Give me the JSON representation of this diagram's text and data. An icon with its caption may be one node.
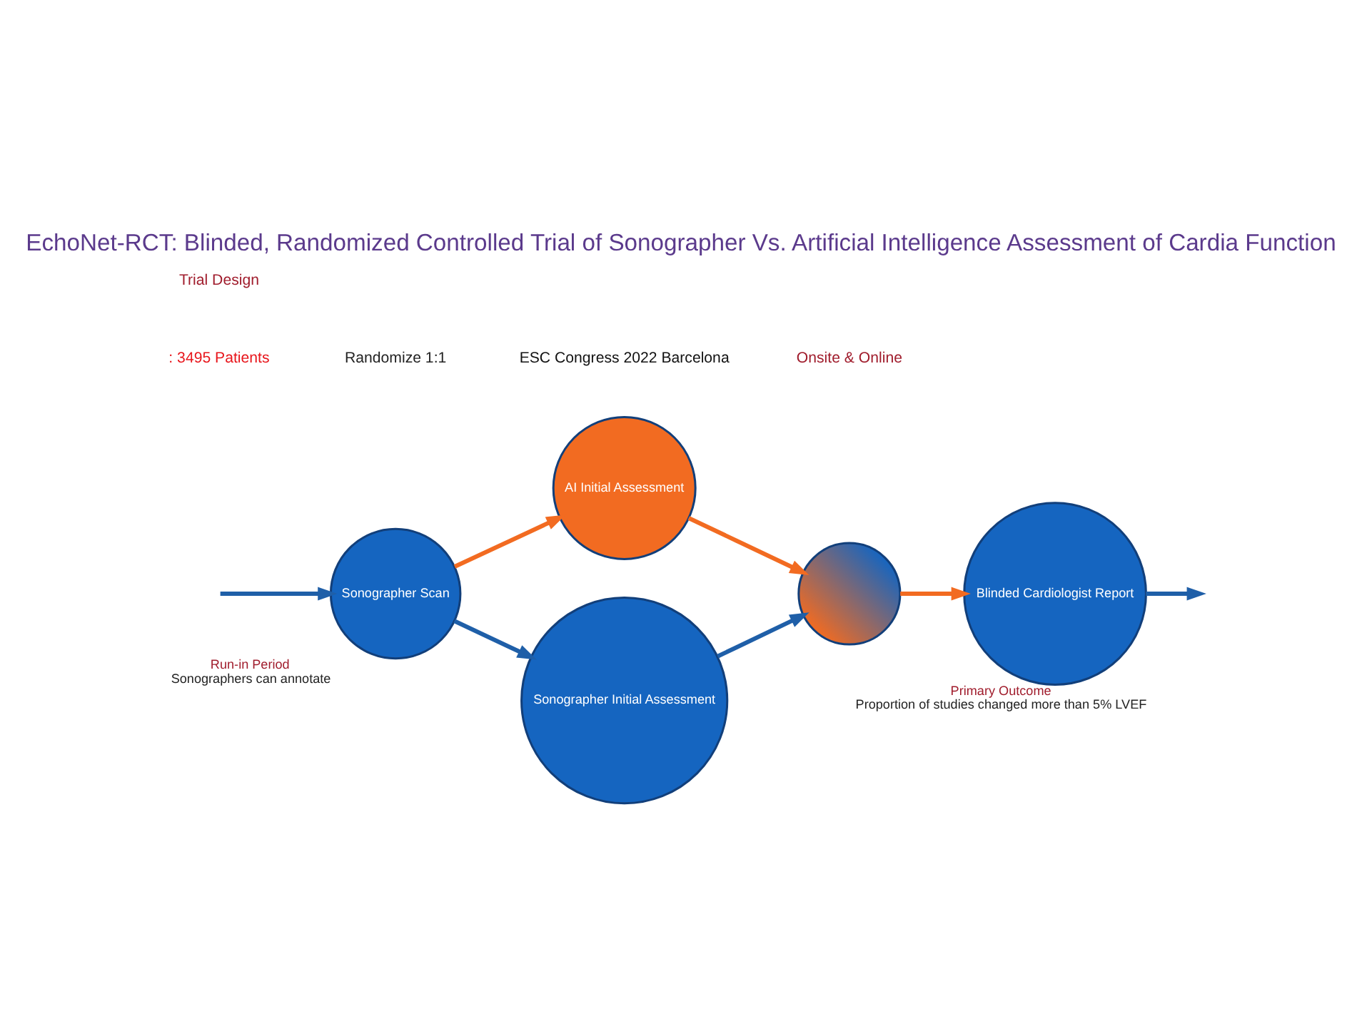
{
  "diagram": {
    "title": "EchoNet-RCT: Blinded, Randomized Controlled Trial of Sonographer Vs. Artificial Intelligence Assessment of Cardia Function",
    "nodes": [
      {
        "text": [
          "Sonographer Scan"
        ],
        "beside": [
          "Run-in Period",
          "Sonographers can annotate"
        ]
      },
      {
        "text": [
          "AI Initial Assessment"
        ]
      },
      {
        "text": [
          "Sonographer Initial Assessment"
        ]
      },
      {
        "text": [],
        "shape": "circle"
      },
      {
        "text": [
          "Blinded Cardiologist Report"
        ],
        "beside": [
          "Primary Outcome",
          "Proportion of studies changed more than 5% LVEF"
        ]
      }
    ],
    "edges": [
      {
        "from": null,
        "to": 0,
        "arrow": "to"
      },
      {
        "from": 0,
        "to": 1,
        "arrow": "to",
        "color": "#f26b21"
      },
      {
        "from": 0,
        "to": 2,
        "arrow": "to"
      },
      {
        "from": 1,
        "to": 3,
        "arrow": "to",
        "color": "#f26b21"
      },
      {
        "from": 2,
        "to": 3,
        "arrow": "to"
      },
      {
        "from": 3,
        "to": 4,
        "arrow": "to",
        "color": "#f26b21"
      },
      {
        "from": 4,
        "to": null,
        "arrow": "to"
      }
    ],
    "labels": [
      "Trial Design",
      ": 3495 Patients",
      "Randomize 1:1",
      "ESC Congress 2022 Barcelona",
      "Onsite & Online"
    ]
  }
}
